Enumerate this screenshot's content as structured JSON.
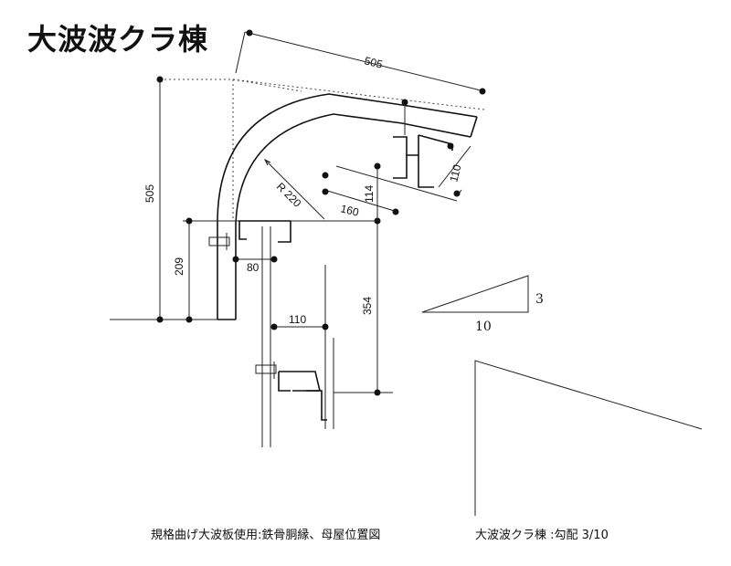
{
  "title": "大波波クラ棟",
  "dimensions": {
    "top_length": "505",
    "left_height": "505",
    "radius": "R 220",
    "d160": "160",
    "d114": "114",
    "d110_right": "110",
    "d209": "209",
    "d80": "80",
    "d354": "354",
    "d110_bottom": "110"
  },
  "slope": {
    "rise": "3",
    "run": "10"
  },
  "captions": {
    "left": "規格曲げ大波板使用:鉄骨胴縁、母屋位置図",
    "right": "大波波クラ棟 :勾配 3/10"
  }
}
